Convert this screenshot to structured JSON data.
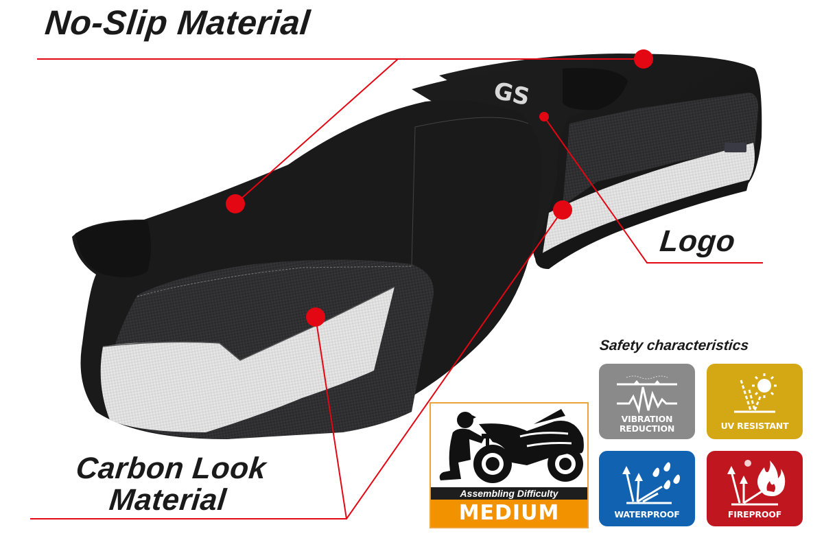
{
  "callouts": {
    "no_slip": "No-Slip Material",
    "logo": "Logo",
    "carbon_line1": "Carbon Look",
    "carbon_line2": "Material"
  },
  "product": {
    "seat_logo": "GS",
    "callout_color": "#e30613"
  },
  "assembly_badge": {
    "title": "Assembling Difficulty",
    "level": "MEDIUM",
    "accent_color": "#f39200"
  },
  "safety": {
    "title": "Safety characteristics",
    "tiles": [
      {
        "icon": "vibration-icon",
        "label_line1": "VIBRATION",
        "label_line2": "REDUCTION",
        "color": "#8a8a8a"
      },
      {
        "icon": "sun-uv-icon",
        "label_line1": "UV RESISTANT",
        "label_line2": "",
        "color": "#d4a714"
      },
      {
        "icon": "water-drops-icon",
        "label_line1": "WATERPROOF",
        "label_line2": "",
        "color": "#1162b0"
      },
      {
        "icon": "flame-icon",
        "label_line1": "FIREPROOF",
        "label_line2": "",
        "color": "#c0161f"
      }
    ]
  }
}
